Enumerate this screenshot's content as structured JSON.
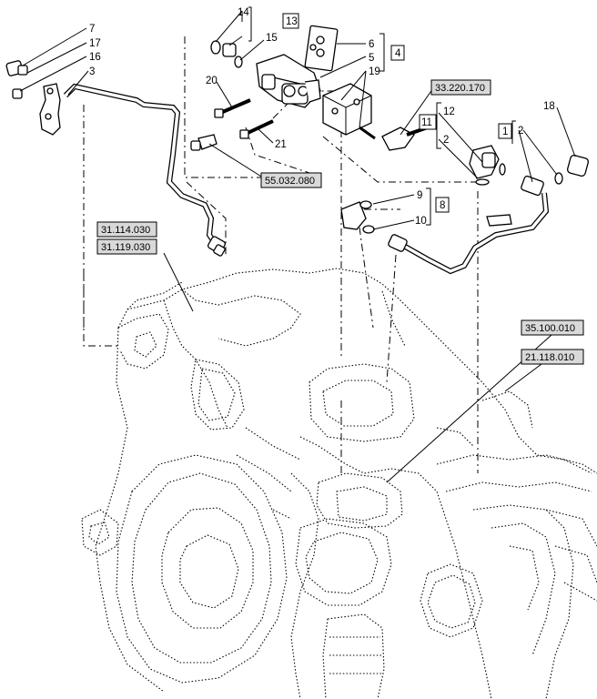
{
  "diagram": {
    "part_numbers": {
      "p7": "7",
      "p17": "17",
      "p16": "16",
      "p3": "3",
      "p14": "14",
      "p15": "15",
      "p13": "13",
      "p6": "6",
      "p5": "5",
      "p4": "4",
      "p19": "19",
      "p20": "20",
      "p21": "21",
      "p9": "9",
      "p8": "8",
      "p10": "10",
      "p12": "12",
      "p11": "11",
      "p2a": "2",
      "p1": "1",
      "p2b": "2",
      "p18": "18"
    },
    "references": {
      "r1": "33.220.170",
      "r2": "55.032.080",
      "r3": "31.114.030",
      "r4": "31.119.030",
      "r5": "35.100.010",
      "r6": "21.118.010"
    }
  }
}
